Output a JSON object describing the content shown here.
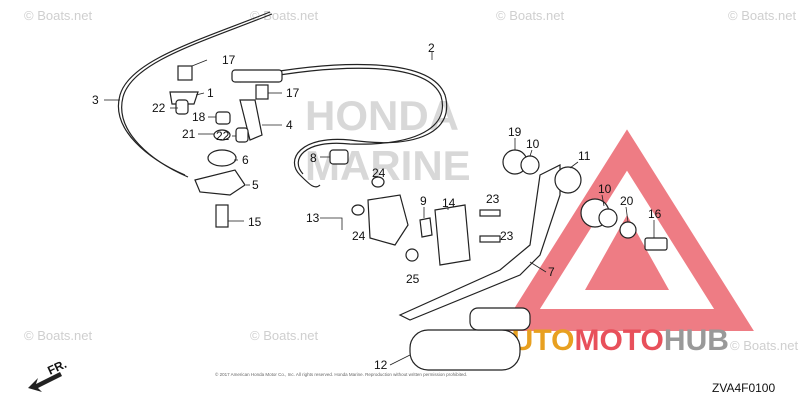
{
  "watermark": {
    "text": "© Boats.net"
  },
  "brand": {
    "line1": "HONDA",
    "line2": "MARINE",
    "overlay": "AUTOMOTOHUB",
    "overlay_auto": "AUTO",
    "overlay_moto": "MOTO",
    "overlay_hub": "HUB",
    "accent_color": "#e8505b"
  },
  "diagram_code": "ZVA4F0100",
  "direction_label": "FR.",
  "footer_text": "© 2017 American Honda Motor Co., Inc. All rights reserved. Honda Marine. Reproduction without written permission prohibited.",
  "callouts": [
    {
      "id": "c1",
      "label": "1"
    },
    {
      "id": "c2",
      "label": "2"
    },
    {
      "id": "c3",
      "label": "3"
    },
    {
      "id": "c4",
      "label": "4"
    },
    {
      "id": "c5",
      "label": "5"
    },
    {
      "id": "c6",
      "label": "6"
    },
    {
      "id": "c7",
      "label": "7"
    },
    {
      "id": "c8",
      "label": "8"
    },
    {
      "id": "c9",
      "label": "9"
    },
    {
      "id": "c10a",
      "label": "10"
    },
    {
      "id": "c10b",
      "label": "10"
    },
    {
      "id": "c11",
      "label": "11"
    },
    {
      "id": "c12",
      "label": "12"
    },
    {
      "id": "c13",
      "label": "13"
    },
    {
      "id": "c14",
      "label": "14"
    },
    {
      "id": "c15",
      "label": "15"
    },
    {
      "id": "c16",
      "label": "16"
    },
    {
      "id": "c17a",
      "label": "17"
    },
    {
      "id": "c17b",
      "label": "17"
    },
    {
      "id": "c18",
      "label": "18"
    },
    {
      "id": "c19",
      "label": "19"
    },
    {
      "id": "c20",
      "label": "20"
    },
    {
      "id": "c21",
      "label": "21"
    },
    {
      "id": "c22a",
      "label": "22"
    },
    {
      "id": "c22b",
      "label": "22"
    },
    {
      "id": "c23a",
      "label": "23"
    },
    {
      "id": "c23b",
      "label": "23"
    },
    {
      "id": "c24a",
      "label": "24"
    },
    {
      "id": "c24b",
      "label": "24"
    },
    {
      "id": "c25",
      "label": "25"
    }
  ]
}
